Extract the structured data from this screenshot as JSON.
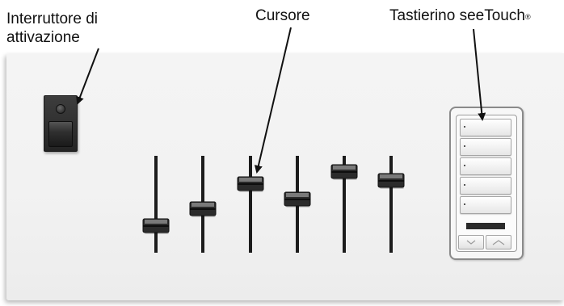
{
  "labels": {
    "switch_line1": "Interruttore di",
    "switch_line2": "attivazione",
    "slider": "Cursore",
    "keypad_name": "Tastierino seeTouch",
    "keypad_mark": "®"
  },
  "faders": [
    {
      "name": "fader-1",
      "level": 0.21
    },
    {
      "name": "fader-2",
      "level": 0.42
    },
    {
      "name": "fader-3",
      "level": 0.73
    },
    {
      "name": "fader-4",
      "level": 0.54
    },
    {
      "name": "fader-5",
      "level": 0.88
    },
    {
      "name": "fader-6",
      "level": 0.77
    }
  ],
  "keypad": {
    "buttons": 5,
    "has_ir_window": true,
    "raise_lower": [
      "lower",
      "raise"
    ]
  },
  "colors": {
    "panel": "#f2f2f2",
    "track": "#1c1c1c",
    "knob": "#2b2b2b",
    "callout_arrow": "#111111"
  }
}
